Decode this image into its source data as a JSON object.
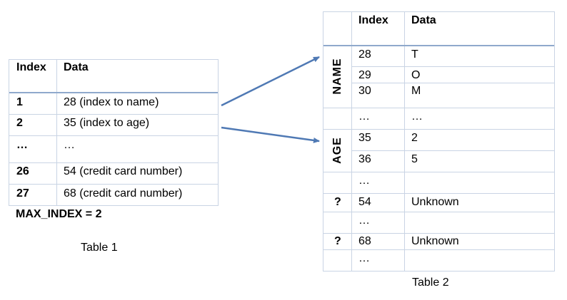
{
  "table1": {
    "headers": [
      "Index",
      "Data"
    ],
    "rows": [
      {
        "index": "1",
        "data": "28 (index to name)"
      },
      {
        "index": "2",
        "data": "35 (index to age)"
      },
      {
        "index": "…",
        "data": "…"
      },
      {
        "index": "26",
        "data": "54 (credit card number)"
      },
      {
        "index": "27",
        "data": "68 (credit card number)"
      }
    ],
    "footer": "MAX_INDEX = 2",
    "caption": "Table 1"
  },
  "table2": {
    "headers": [
      "Index",
      "Data"
    ],
    "group_labels": {
      "name": "NAME",
      "age": "AGE"
    },
    "rows": [
      {
        "mark": "",
        "index": "28",
        "data": "T"
      },
      {
        "mark": "",
        "index": "29",
        "data": "O"
      },
      {
        "mark": "",
        "index": "30",
        "data": "M"
      },
      {
        "mark": "",
        "index": "…",
        "data": "…"
      },
      {
        "mark": "",
        "index": "35",
        "data": "2"
      },
      {
        "mark": "",
        "index": "36",
        "data": "5"
      },
      {
        "mark": "",
        "index": "…",
        "data": ""
      },
      {
        "mark": "?",
        "index": "54",
        "data": "Unknown"
      },
      {
        "mark": "",
        "index": "…",
        "data": ""
      },
      {
        "mark": "?",
        "index": "68",
        "data": "Unknown"
      },
      {
        "mark": "",
        "index": "…",
        "data": ""
      }
    ],
    "caption": "Table 2"
  },
  "colors": {
    "arrow": "#4f79b4",
    "grid": "#c9d4e4",
    "header_rule": "#8fa9cc"
  }
}
